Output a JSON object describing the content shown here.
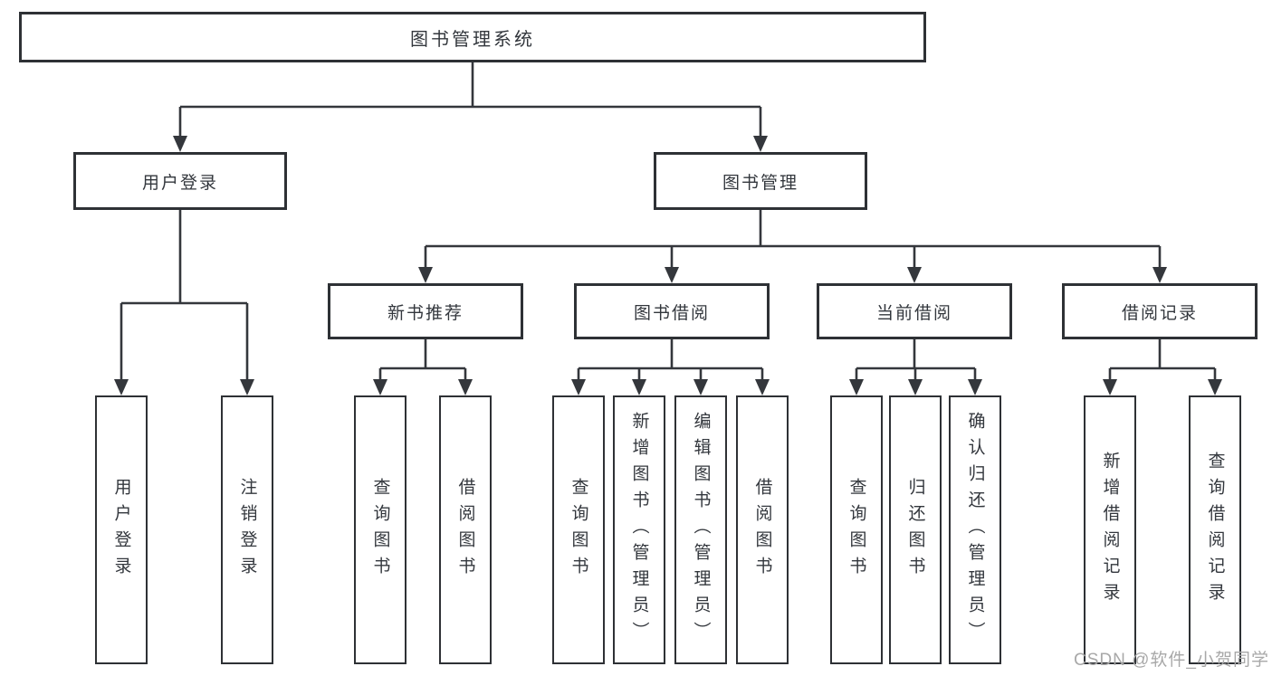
{
  "diagram": {
    "root": {
      "label": "图书管理系统"
    },
    "children": [
      {
        "label": "用户登录",
        "children": [
          {
            "label": "用户登录"
          },
          {
            "label": "注销登录"
          }
        ]
      },
      {
        "label": "图书管理",
        "children": [
          {
            "label": "新书推荐",
            "children": [
              {
                "label": "查询图书"
              },
              {
                "label": "借阅图书"
              }
            ]
          },
          {
            "label": "图书借阅",
            "children": [
              {
                "label": "查询图书"
              },
              {
                "label": "新增图书（管理员）"
              },
              {
                "label": "编辑图书（管理员）"
              },
              {
                "label": "借阅图书"
              }
            ]
          },
          {
            "label": "当前借阅",
            "children": [
              {
                "label": "查询图书"
              },
              {
                "label": "归还图书"
              },
              {
                "label": "确认归还（管理员）"
              }
            ]
          },
          {
            "label": "借阅记录",
            "children": [
              {
                "label": "新增借阅记录"
              },
              {
                "label": "查询借阅记录"
              }
            ]
          }
        ]
      }
    ]
  },
  "watermark": {
    "text": "CSDN @软件_小贺同学"
  },
  "colors": {
    "line": "#34373c",
    "border": "#2e3135",
    "text": "#33373d",
    "watermark": "#a8a8a8",
    "background": "#ffffff"
  }
}
